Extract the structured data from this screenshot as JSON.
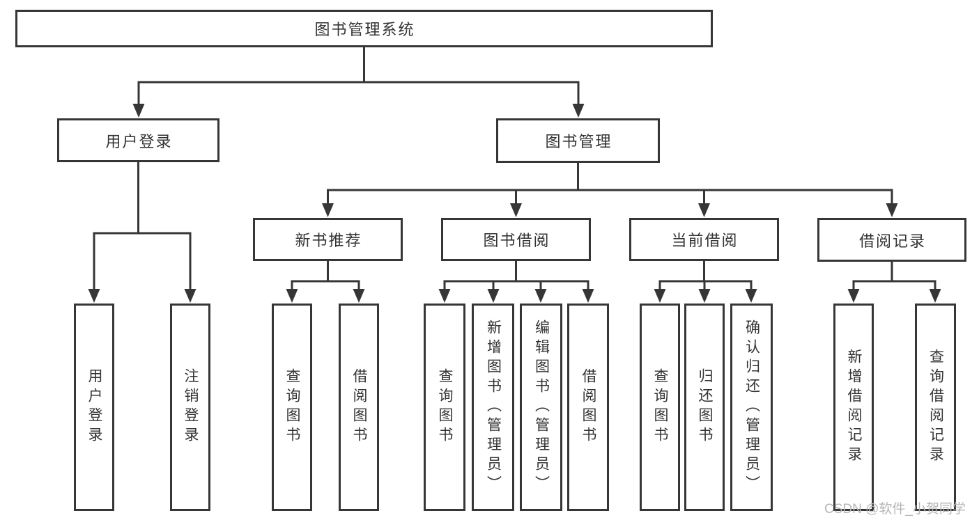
{
  "tree": {
    "root": {
      "label": "图书管理系统"
    },
    "branches": [
      {
        "label": "用户登录",
        "children": [
          {
            "label": "用户登录"
          },
          {
            "label": "注销登录"
          }
        ]
      },
      {
        "label": "图书管理",
        "children": [
          {
            "label": "新书推荐",
            "children": [
              {
                "label": "查询图书"
              },
              {
                "label": "借阅图书"
              }
            ]
          },
          {
            "label": "图书借阅",
            "children": [
              {
                "label": "查询图书"
              },
              {
                "label": "新增图书（管理员）"
              },
              {
                "label": "编辑图书（管理员）"
              },
              {
                "label": "借阅图书"
              }
            ]
          },
          {
            "label": "当前借阅",
            "children": [
              {
                "label": "查询图书"
              },
              {
                "label": "归还图书"
              },
              {
                "label": "确认归还（管理员）"
              }
            ]
          },
          {
            "label": "借阅记录",
            "children": [
              {
                "label": "新增借阅记录"
              },
              {
                "label": "查询借阅记录"
              }
            ]
          }
        ]
      }
    ]
  },
  "watermark": {
    "text": "CSDN @软件_小贺同学"
  },
  "colors": {
    "line": "#363636",
    "text": "#333333",
    "watermark": "#b5b5b5",
    "background": "#ffffff"
  }
}
